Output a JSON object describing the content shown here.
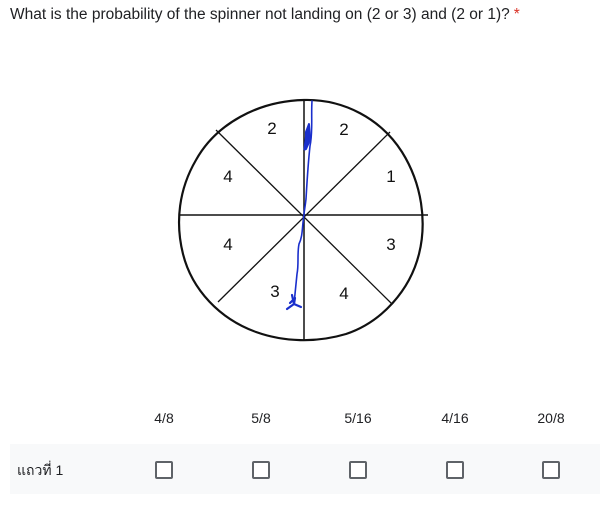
{
  "question": {
    "text": "What is the probability of the spinner not landing on (2 or 3) and (2 or 1)?",
    "required_marker": "*"
  },
  "spinner": {
    "sections": [
      "2",
      "2",
      "4",
      "1",
      "4",
      "3",
      "3",
      "4"
    ]
  },
  "grid": {
    "columns": [
      "4/8",
      "5/8",
      "5/16",
      "4/16",
      "20/8"
    ],
    "rows": [
      {
        "label": "แถวที่ 1",
        "checked": [
          false,
          false,
          false,
          false,
          false
        ]
      }
    ]
  }
}
